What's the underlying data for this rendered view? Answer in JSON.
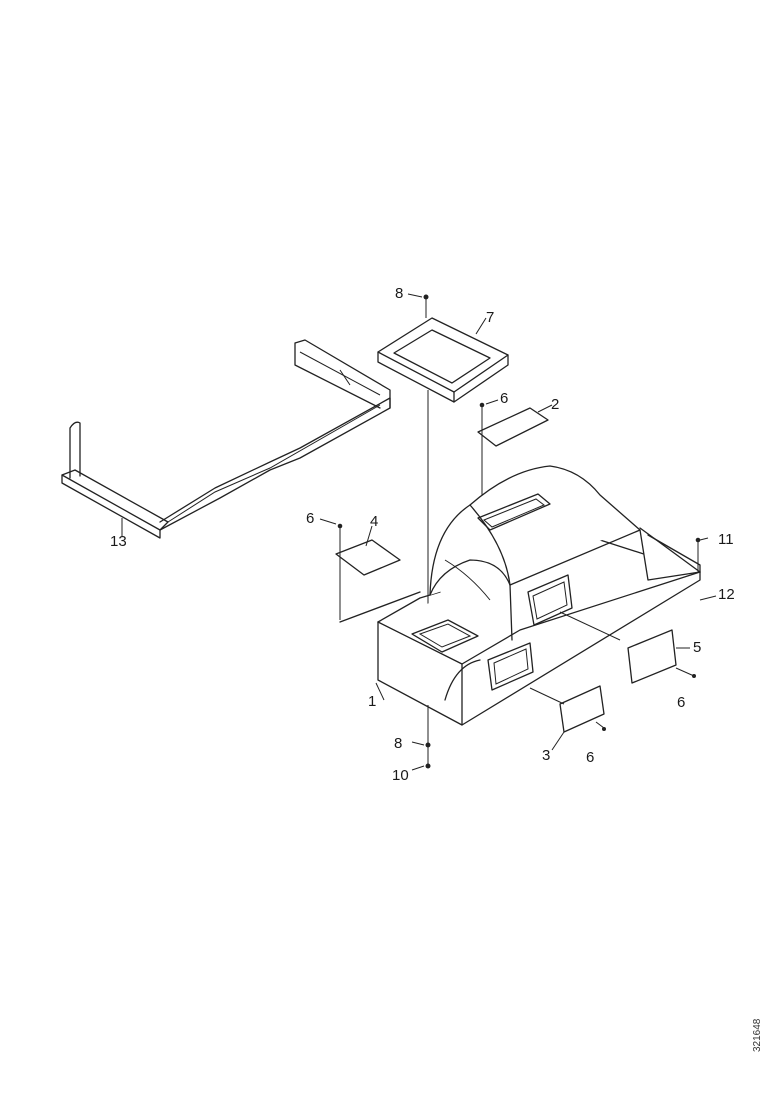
{
  "parts": {
    "p1": "1",
    "p2": "2",
    "p3": "3",
    "p4": "4",
    "p5": "5",
    "p6a": "6",
    "p6b": "6",
    "p6c": "6",
    "p6d": "6",
    "p7": "7",
    "p8a": "8",
    "p8b": "8",
    "p10": "10",
    "p11": "11",
    "p12": "12",
    "p13": "13"
  },
  "document_number": "321648"
}
